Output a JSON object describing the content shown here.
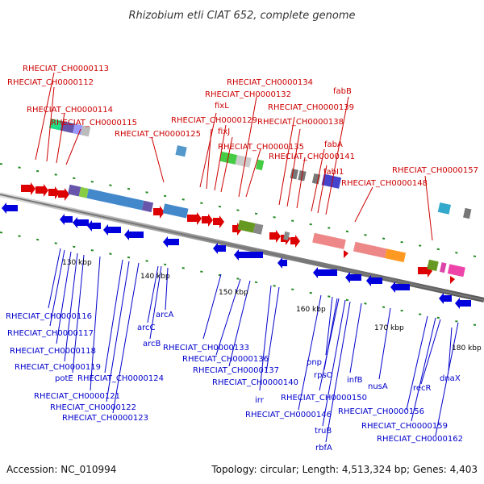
{
  "title": "Rhizobium etli CIAT 652, complete genome",
  "footer": {
    "accession": "Accession: NC_010994",
    "summary": "Topology: circular; Length: 4,513,324 bp; Genes: 4,403"
  },
  "colors": {
    "forward": "#dd0000",
    "reverse": "#0000dd",
    "label_red": "#cc0000",
    "label_blue": "#0000cc",
    "backbone": "#999999"
  },
  "ticks": [
    "130 kbp",
    "140 kbp",
    "150 kbp",
    "160 kbp",
    "170 kbp",
    "180 kbp"
  ],
  "top_labels": [
    "RHECIAT_CH0000113",
    "RHECIAT_CH0000112",
    "RHECIAT_CH0000114",
    "RHECIAT_CH0000115",
    "RHECIAT_CH0000125",
    "RHECIAT_CH0000134",
    "RHECIAT_CH0000132",
    "fixL",
    "RHECIAT_CH0000129",
    "fixJ",
    "RHECIAT_CH0000135",
    "fabB",
    "RHECIAT_CH0000139",
    "RHECIAT_CH0000138",
    "fabA",
    "RHECIAT_CH0000141",
    "fabI1",
    "RHECIAT_CH0000148",
    "RHECIAT_CH0000157"
  ],
  "bottom_labels": [
    "RHECIAT_CH0000116",
    "RHECIAT_CH0000117",
    "RHECIAT_CH0000118",
    "RHECIAT_CH0000119",
    "potE",
    "RHECIAT_CH0000124",
    "RHECIAT_CH0000121",
    "RHECIAT_CH0000122",
    "RHECIAT_CH0000123",
    "arcA",
    "arcC",
    "arcB",
    "RHECIAT_CH0000133",
    "RHECIAT_CH0000136",
    "RHECIAT_CH0000137",
    "RHECIAT_CH0000140",
    "irr",
    "RHECIAT_CH0000146",
    "RHECIAT_CH0000150",
    "pnp",
    "rpsO",
    "truB",
    "rbfA",
    "infB",
    "nusA",
    "RHECIAT_CH0000156",
    "RHECIAT_CH0000159",
    "recR",
    "dnaX",
    "RHECIAT_CH0000162"
  ]
}
